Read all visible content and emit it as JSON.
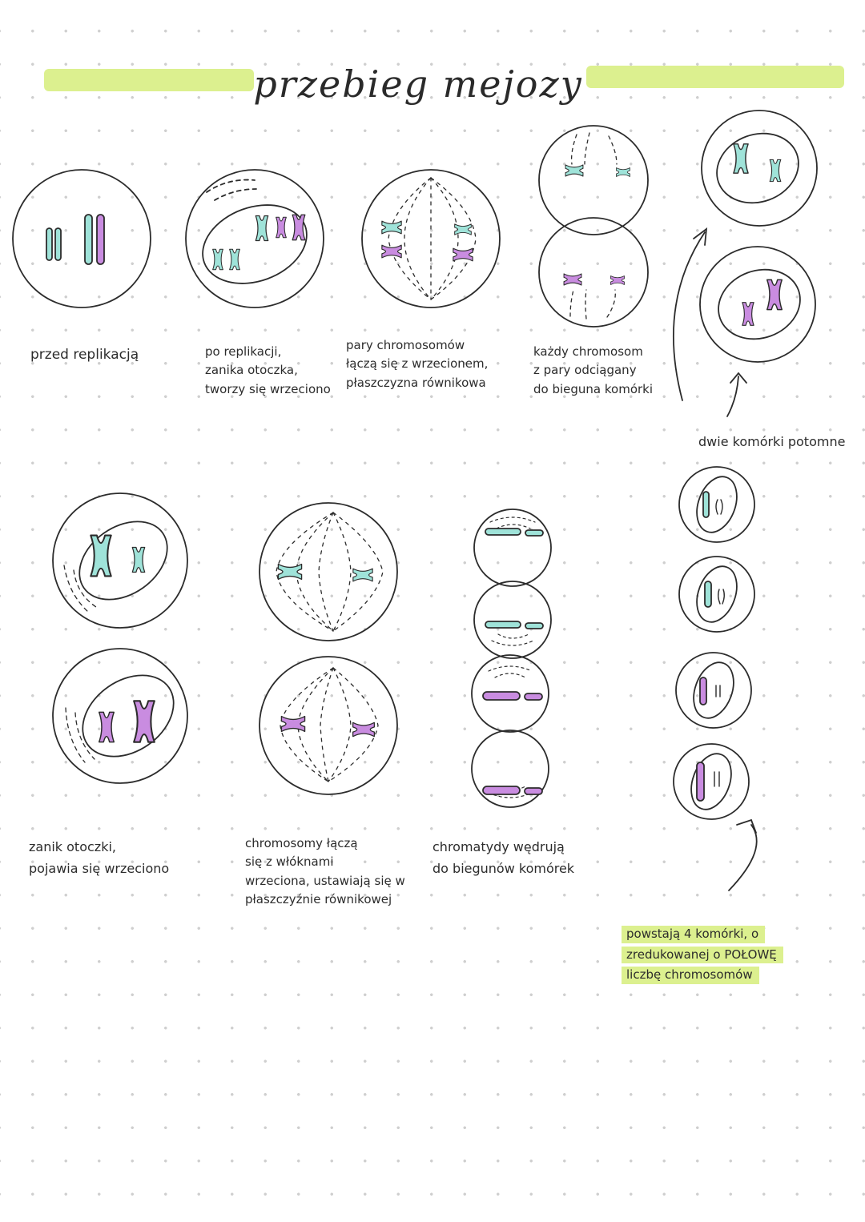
{
  "title": "przebieg mejozy",
  "colors": {
    "cyan": "#9fe3d9",
    "magenta": "#c98ce0",
    "highlight": "#dcf08f",
    "ink": "#2c2c2c"
  },
  "labels": {
    "before_replication": [
      "przed replikacją"
    ],
    "after_replication": [
      "po replikacji,",
      "zanika otoczka,",
      "tworzy się wrzeciono"
    ],
    "chromosome_pairs": [
      "pary chromosomów",
      "łączą się z wrzecionem,",
      "płaszczyzna równikowa"
    ],
    "each_chromosome": [
      "każdy chromosom",
      "z pary odciągany",
      "do bieguna komórki"
    ],
    "daughter_cells": [
      "dwie komórki potomne"
    ],
    "envelope_disappears": [
      "zanik otoczki,",
      "pojawia się wrzeciono"
    ],
    "chromosomes_attach": [
      "chromosomy łączą",
      "się z włóknami",
      "wrzeciona, ustawiają się w",
      "płaszczyźnie równikowej"
    ],
    "chromatids_migrate": [
      "chromatydy wędrują",
      "do biegunów komórek"
    ],
    "result_note": [
      "powstają 4 komórki, o",
      "zredukowanej o POŁOWĘ",
      "liczbę chromosomów"
    ]
  }
}
